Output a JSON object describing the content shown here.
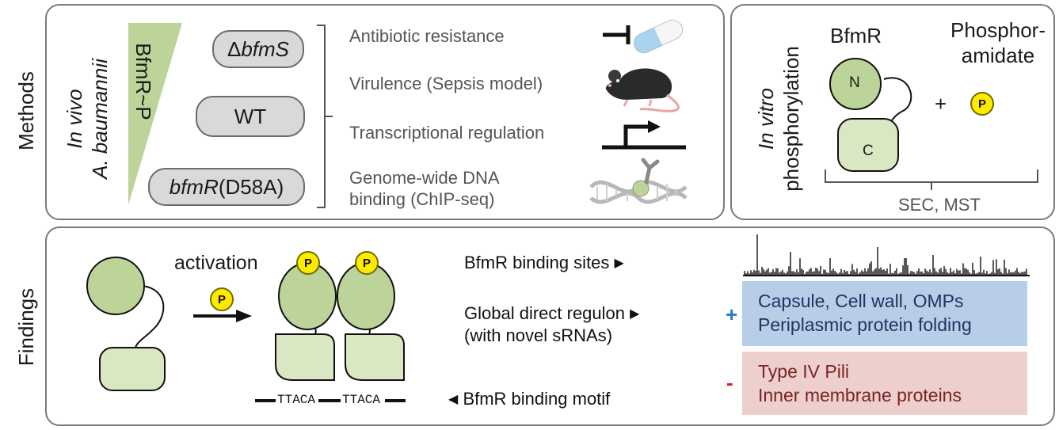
{
  "panels": {
    "methods_label": "Methods",
    "findings_label": "Findings"
  },
  "in_vivo": {
    "label_line1": "In vivo",
    "label_line2": "A. baumannii",
    "gradient_label": "BfmR~P",
    "strains": [
      {
        "prefix": "Δ",
        "name": "bfmS",
        "suffix": ""
      },
      {
        "prefix": "",
        "name": "WT",
        "suffix": ""
      },
      {
        "prefix": "",
        "name": "bfmR",
        "suffix": "(D58A)"
      }
    ],
    "methods": [
      {
        "lines": [
          "Antibiotic resistance"
        ],
        "icon": "antibiotic-pill-icon"
      },
      {
        "lines": [
          "Virulence (Sepsis model)"
        ],
        "icon": "mouse-icon"
      },
      {
        "lines": [
          "Transcriptional regulation"
        ],
        "icon": "promoter-arrow-icon"
      },
      {
        "lines": [
          "Genome-wide DNA",
          "binding (ChIP-seq)"
        ],
        "icon": "dna-antibody-icon"
      }
    ]
  },
  "in_vitro": {
    "label_line1": "In vitro",
    "label_line2": "phosphorylation",
    "protein_name": "BfmR",
    "reagent_line1": "Phosphor-",
    "reagent_line2": "amidate",
    "domain_n": "N",
    "domain_c": "C",
    "plus": "+",
    "p_label": "P",
    "assays": "SEC, MST"
  },
  "findings": {
    "activation": "activation",
    "p_label": "P",
    "binding_sites": "BfmR binding sites",
    "regulon_line1": "Global direct regulon",
    "regulon_line2": "(with novel sRNAs)",
    "motif_label": "BfmR binding motif",
    "motif_seq": "TTACA",
    "plus_sign": "+",
    "minus_sign": "-",
    "upregulated": [
      "Capsule, Cell wall, OMPs",
      "Periplasmic protein folding"
    ],
    "downregulated": [
      "Type IV Pili",
      "Inner membrane proteins"
    ]
  },
  "colors": {
    "protein_fill": "#bcd49a",
    "protein_c_fill": "#d9e8c3",
    "phospho_fill": "#ffea00",
    "plus_color": "#2a7ac0",
    "minus_color": "#d42020",
    "up_box": "#b7cde8",
    "down_box": "#edcfce"
  }
}
